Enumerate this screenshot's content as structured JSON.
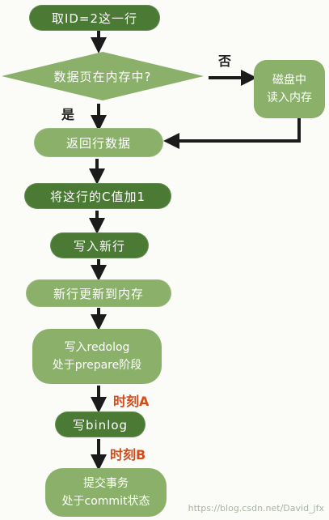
{
  "nodes": {
    "get_row": "取ID=2这一行",
    "in_memory_q": "数据页在内存中?",
    "disk_read_1": "磁盘中",
    "disk_read_2": "读入内存",
    "return_row": "返回行数据",
    "add_one": "将这行的C值加1",
    "write_new_row": "写入新行",
    "update_memory": "新行更新到内存",
    "redolog_1": "写入redolog",
    "redolog_2": "处于prepare阶段",
    "binlog": "写binlog",
    "commit_1": "提交事务",
    "commit_2": "处于commit状态"
  },
  "labels": {
    "no": "否",
    "yes": "是",
    "moment_a": "时刻A",
    "moment_b": "时刻B"
  },
  "watermark": "https://blog.csdn.net/David_jfx",
  "colors": {
    "node_fill": "#8ab06a",
    "node_fill_dark": "#4b7a35",
    "arrow": "#1b1b1b",
    "moment_label": "#d64b18"
  }
}
